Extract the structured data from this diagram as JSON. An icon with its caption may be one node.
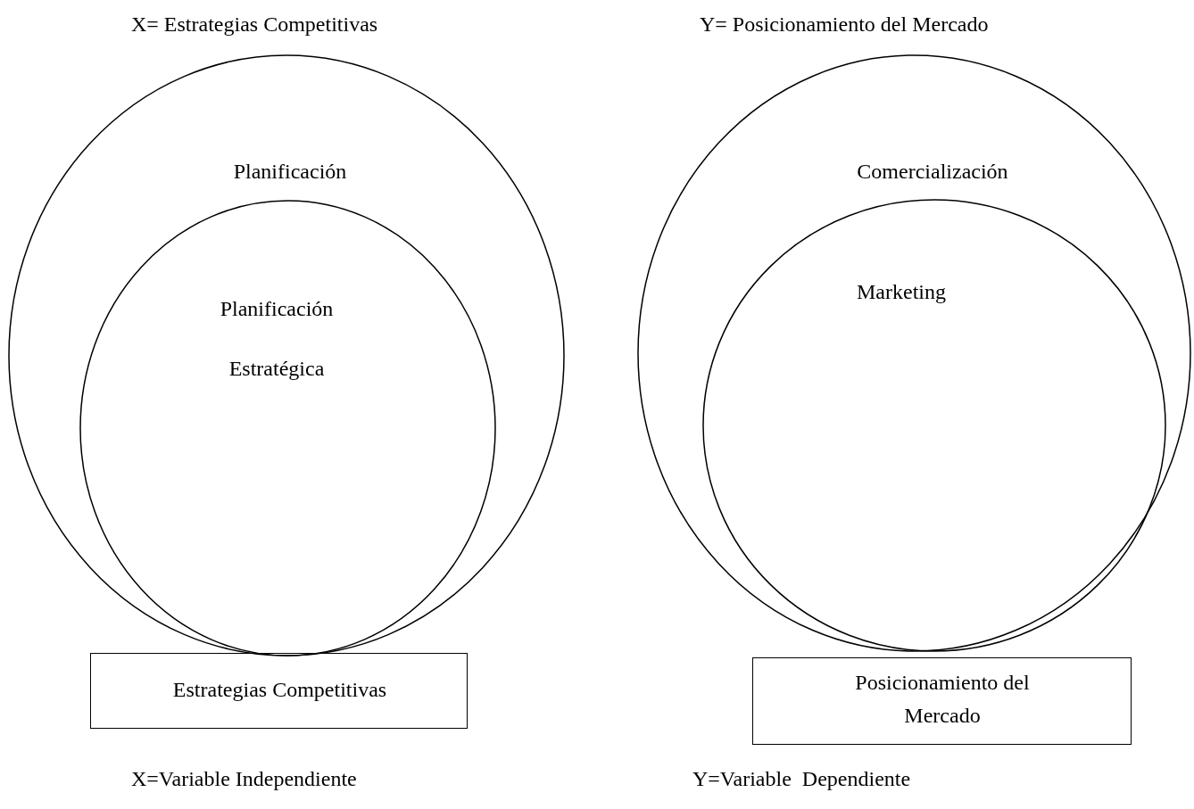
{
  "diagram": {
    "nodes": [
      {
        "text": [
          "Planificación"
        ]
      },
      {
        "text": [
          "Planificación Estratégica"
        ],
        "in": 0
      },
      {
        "text": [
          "Estrategias Competitivas"
        ]
      },
      {
        "text": [
          "Comercialización"
        ]
      },
      {
        "text": [
          "Marketing"
        ],
        "in": 3
      },
      {
        "text": [
          "Posicionamiento del Mercado"
        ]
      }
    ],
    "labels": [
      "X= Estrategias Competitivas",
      "Y= Posicionamiento del Mercado",
      "X=Variable Independiente",
      "Y=Variable  Dependiente"
    ]
  }
}
